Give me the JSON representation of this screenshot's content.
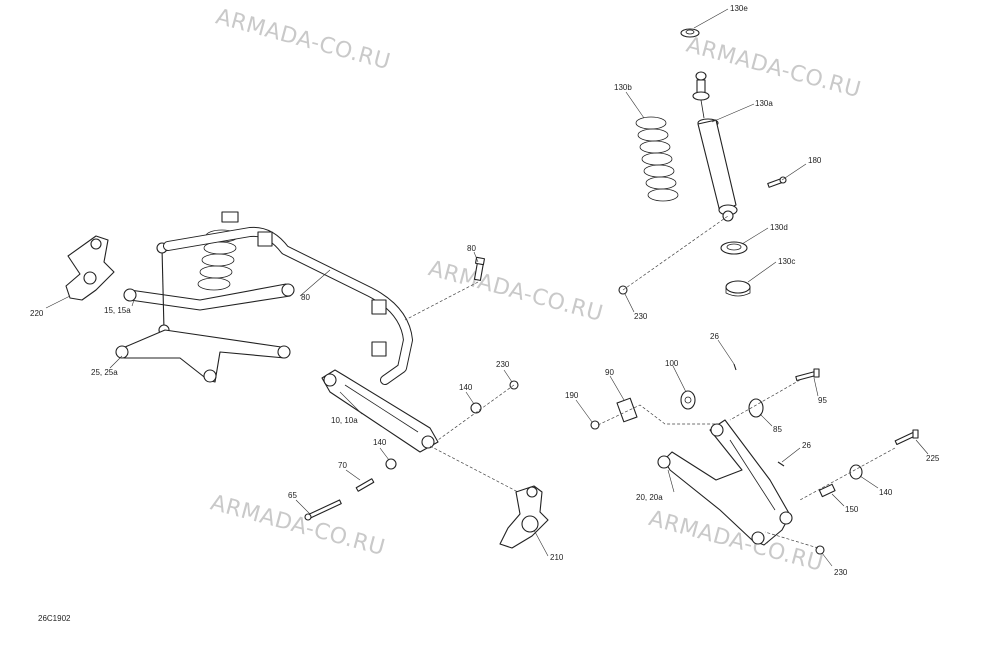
{
  "watermarks": [
    "ARMADA-CO.RU",
    "ARMADA-CO.RU",
    "ARMADA-CO.RU",
    "ARMADA-CO.RU",
    "ARMADA-CO.RU"
  ],
  "drawing_id": "26C1902",
  "labels": {
    "l130e": "130e",
    "l130b": "130b",
    "l130a": "130a",
    "l180": "180",
    "l130d": "130d",
    "l130c": "130c",
    "l230_top": "230",
    "l80_bolt": "80",
    "l80_bar": "80",
    "l220": "220",
    "l15": "15, 15a",
    "l25": "25, 25a",
    "l26_top": "26",
    "l100": "100",
    "l90": "90",
    "l190": "190",
    "l95": "95",
    "l85": "85",
    "l230_mid": "230",
    "l140_a": "140",
    "l10": "10, 10a",
    "l140_b": "140",
    "l70": "70",
    "l65": "65",
    "l210": "210",
    "l26_mid": "26",
    "l225": "225",
    "l140_c": "140",
    "l20": "20, 20a",
    "l150": "150",
    "l230_bot": "230"
  }
}
